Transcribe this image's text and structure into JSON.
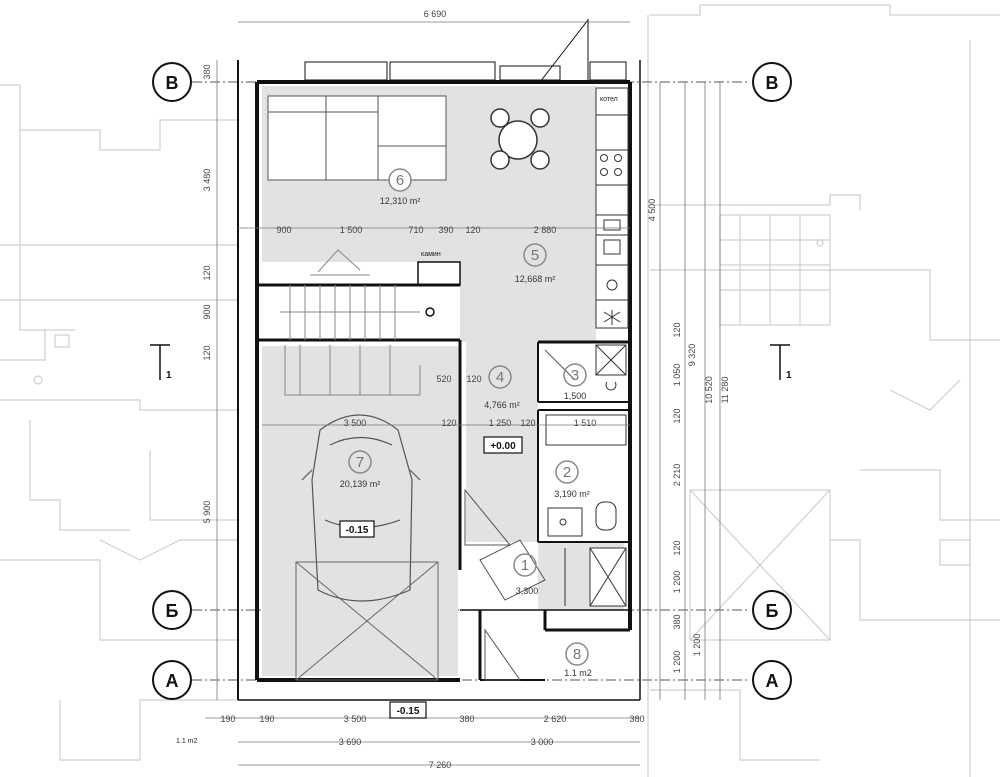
{
  "axes": {
    "v": "В",
    "b": "Б",
    "a": "А",
    "section": "1"
  },
  "rooms": [
    {
      "num": "1",
      "area": "3,300"
    },
    {
      "num": "2",
      "area": "3,190 m²"
    },
    {
      "num": "3",
      "area": "1,500"
    },
    {
      "num": "4",
      "area": "4,766 m²"
    },
    {
      "num": "5",
      "area": "12,668 m²"
    },
    {
      "num": "6",
      "area": "12,310 m²"
    },
    {
      "num": "7",
      "area": "20,139 m²"
    },
    {
      "num": "8",
      "area": "1.1 m2"
    }
  ],
  "levels": {
    "zero": "+0.00",
    "garage": "-0.15",
    "entry": "-0.15"
  },
  "labels": {
    "boiler": "котел",
    "fireplace": "камин",
    "ghost_area": "1.1 m2"
  },
  "dims_top": {
    "overall": "6 690"
  },
  "dims_row_upper": {
    "d1": "900",
    "d2": "1 500",
    "d3": "710",
    "d4": "390",
    "d5": "120",
    "d6": "2 880"
  },
  "dims_row_mid": {
    "d1": "3 500",
    "d2": "120",
    "d3": "1 250",
    "d4": "120",
    "d5": "1 510",
    "d6": "520",
    "d7": "120"
  },
  "dims_bottom1": {
    "d1": "190",
    "d2": "190",
    "d3": "3 500",
    "d4": "380",
    "d5": "2 620",
    "d6": "380"
  },
  "dims_bottom2": {
    "d1": "3 690",
    "d2": "3 000"
  },
  "dims_bottom3": {
    "overall": "7 260"
  },
  "dims_left": {
    "d1": "380",
    "d2": "3 480",
    "d3": "120",
    "d4": "900",
    "d5": "120",
    "d6": "5 900"
  },
  "dims_right": {
    "d1": "4 500",
    "d2": "120",
    "d3": "1 050",
    "d4": "120",
    "d5": "2 210",
    "d6": "120",
    "d7": "1 200",
    "d8": "380",
    "d9": "1 200",
    "d10": "1 200",
    "t1": "9 320",
    "t2": "10 520",
    "t3": "11 280"
  }
}
